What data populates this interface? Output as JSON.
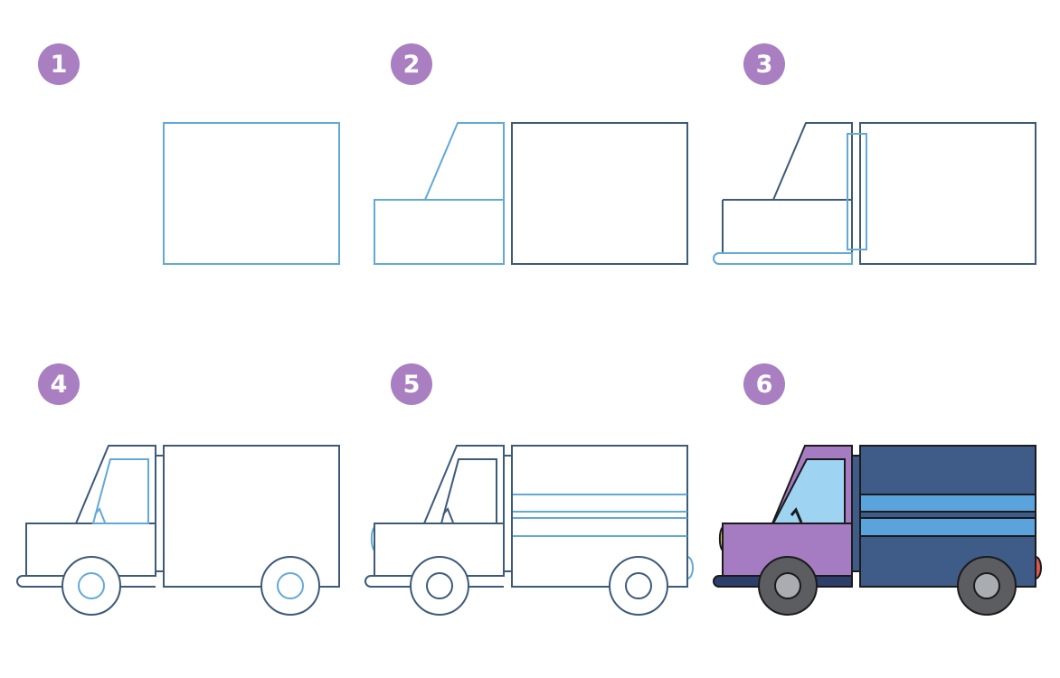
{
  "steps": [
    {
      "number": "1"
    },
    {
      "number": "2"
    },
    {
      "number": "3"
    },
    {
      "number": "4"
    },
    {
      "number": "5"
    },
    {
      "number": "6"
    }
  ],
  "colors": {
    "badge": "#a97fc2",
    "badge_text": "#ffffff",
    "new_line": "#62a9d6",
    "old_line": "#3d5a78",
    "outline": "#1b1b1b",
    "cab": "#a57bc2",
    "cargo": "#3f5b88",
    "stripe": "#5ba3dd",
    "window": "#9fd3f2",
    "tire": "#5b5d61",
    "hub": "#a9acb0",
    "headlight": "#d7c85a",
    "taillight": "#d9584e",
    "bumper": "#2c3e6a"
  }
}
